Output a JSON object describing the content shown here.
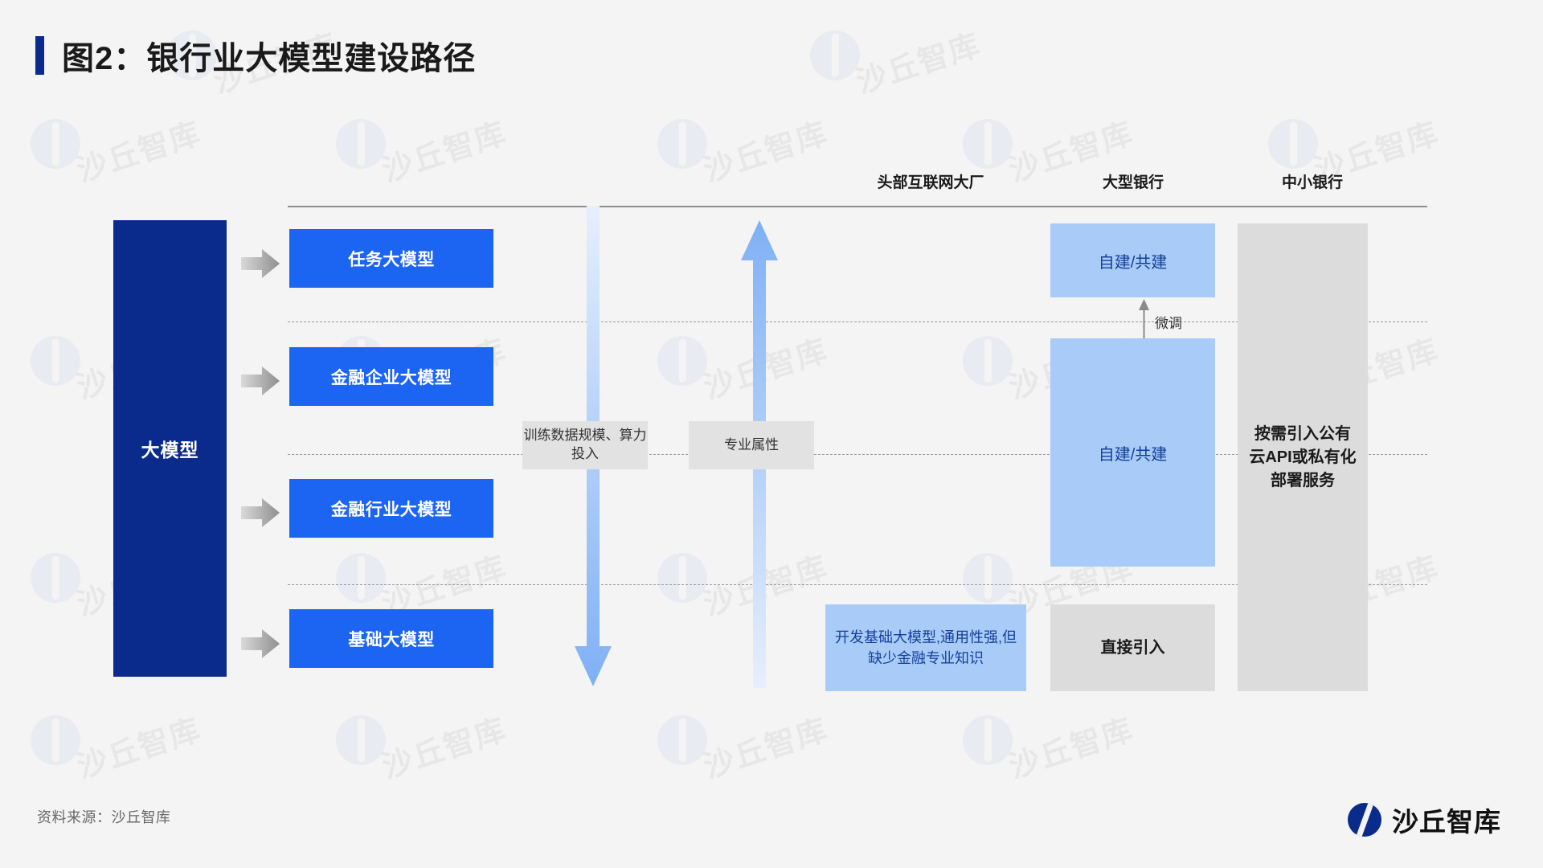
{
  "header": {
    "title": "图2：银行业大模型建设路径",
    "accent_color": "#0b2b8c"
  },
  "columns": [
    {
      "name": "internet",
      "label": "头部互联网大厂"
    },
    {
      "name": "large-bank",
      "label": "大型银行"
    },
    {
      "name": "small-bank",
      "label": "中小银行"
    }
  ],
  "left_bar": {
    "label": "大模型",
    "color": "#0b2b8c"
  },
  "model_tiers": [
    {
      "key": "task",
      "label": "任务大模型"
    },
    {
      "key": "enterprise",
      "label": "金融企业大模型"
    },
    {
      "key": "industry",
      "label": "金融行业大模型"
    },
    {
      "key": "foundation",
      "label": "基础大模型"
    }
  ],
  "axes": [
    {
      "key": "down",
      "direction": "down",
      "label": "训练数据规模、算力投入"
    },
    {
      "key": "up",
      "direction": "up",
      "label": "专业属性"
    }
  ],
  "cells": {
    "internet_foundation": "开发基础大模型,通用性强,但缺少金融专业知识",
    "large_bank_top": "自建/共建",
    "large_bank_mid": "自建/共建",
    "large_bank_foundation": "直接引入",
    "small_bank_all": "按需引入公有云API或私有化部署服务"
  },
  "annotations": {
    "fine_tune": "微调"
  },
  "footer": {
    "source": "资料来源：沙丘智库",
    "brand": "沙丘智库"
  },
  "colors": {
    "dark_blue": "#0b2b8c",
    "bright_blue": "#1c64f2",
    "light_blue": "#a9cbf7",
    "grey_cell": "#dcdcdc",
    "chip_grey": "#e2e2e2",
    "background": "#f4f4f4"
  },
  "watermark": {
    "text": "沙丘智库"
  }
}
